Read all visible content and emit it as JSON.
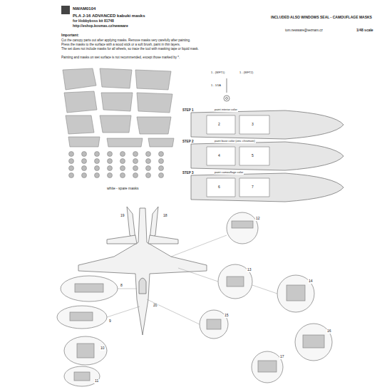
{
  "diagram": {
    "title": "PLA J-16 ADVANCED kabuki masks",
    "labels": [
      "NWAM0104",
      "for Hobbyboss kit 81748",
      "http://eshop.kosmas.cz/newware",
      "INCLUDED ALSO WINDOWS SEAL - CAMOUFLAGE MASKS",
      "tom.newware@seznam.cz",
      "1/48 scale",
      "Important:",
      "Cut the canopy parts out after applying masks. Remove masks very carefully after painting.",
      "Press the masks to the surface with a wood stick or a soft brush, paint in thin layers.",
      "The set does not include masks for all wheels, so trace the tool with masking tape or liquid mask.",
      "Painting and masks on wet surface is not recommended, except those marked by *.",
      "white - spare masks",
      "STEP 1",
      "paint interior color",
      "STEP 2",
      "paint base color (zinc chromate)",
      "STEP 3",
      "paint camouflage color",
      "1 - (WFT1)",
      "1 - (WFT2)",
      "1 - 1/1A",
      "2",
      "3",
      "4",
      "5",
      "6",
      "7",
      "8",
      "9",
      "10",
      "11",
      "12",
      "13",
      "14",
      "15",
      "16",
      "17",
      "18",
      "19",
      "20"
    ]
  }
}
